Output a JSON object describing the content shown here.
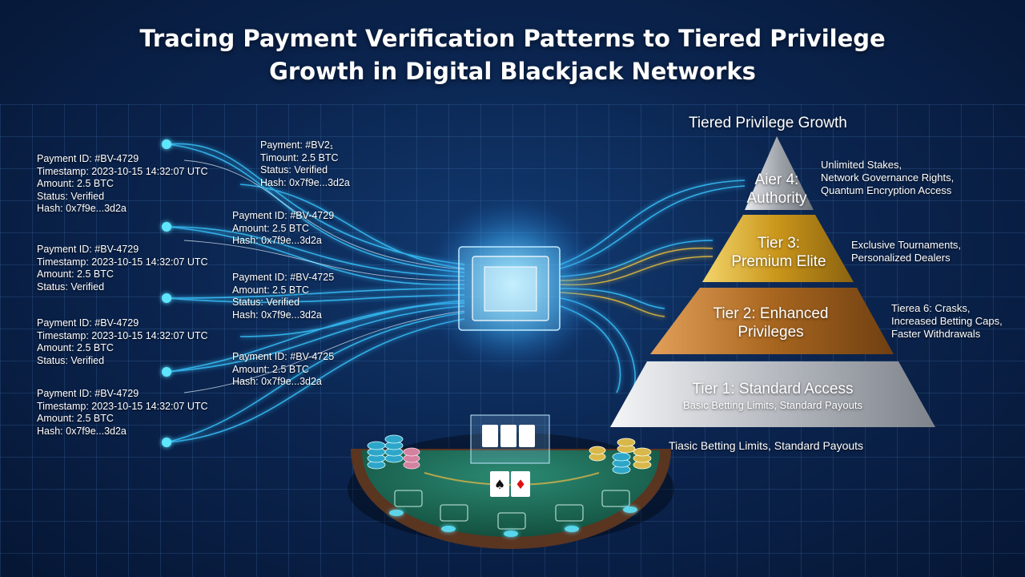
{
  "title": {
    "line1": "Tracing Payment Verification Patterns to Tiered Privilege",
    "line2": "Growth in Digital Blackjack Networks"
  },
  "records_left": [
    [
      "Payment ID: #BV-4729",
      "Timestamp: 2023-10-15 14:32:07 UTC",
      "Amount: 2.5 BTC",
      "Status: Verified",
      "Hash: 0x7f9e...3d2a"
    ],
    [
      "Payment ID: #BV-4729",
      "Timestamp: 2023-10-15 14:32:07 UTC",
      "Amount: 2.5 BTC",
      "Status: Verified"
    ],
    [
      "Payment ID: #BV-4729",
      "Timestamp: 2023-10-15 14:32:07 UTC",
      "Amount: 2.5 BTC",
      "Status: Verified"
    ],
    [
      "Payment ID: #BV-4729",
      "Timestamp: 2023-10-15 14:32:07 UTC",
      "Amount: 2.5 BTC",
      "Hash: 0x7f9e...3d2a"
    ]
  ],
  "records_middle": [
    [
      "Payment: #BV2₁",
      "Timount: 2.5 BTC",
      "Status: Verified",
      "Hash: 0x7f9e...3d2a"
    ],
    [
      "Payment ID: #BV-4729",
      "Amount: 2.5 BTC",
      "Hash: 0x7f9e...3d2a"
    ],
    [
      "Payment ID: #BV-4725",
      "Amount: 2.5 BTC",
      "Status: Verified",
      "Hash: 0x7f9e...3d2a"
    ],
    [
      "Payment ID: #BV-4725",
      "Amount: 2.5 BTC",
      "Hash: 0x7f9e...3d2a"
    ]
  ],
  "pyramid": {
    "heading": "Tiered Privilege Growth",
    "tier4": {
      "line1": "Aier 4:",
      "line2": "Authority"
    },
    "tier3": {
      "line1": "Tier 3:",
      "line2": "Premium Elite"
    },
    "tier2": {
      "line1": "Tier 2: Enhanced",
      "line2": "Privileges"
    },
    "tier1": {
      "line1": "Tier 1: Standard Access",
      "line2": "Basic Betting Limits, Standard Payouts"
    }
  },
  "tier_descriptions": {
    "tier4": [
      "Unlimited Stakes,",
      "Network Governance Rights,",
      "Quantum Encryption Access"
    ],
    "tier3": [
      "Exclusive Tournaments,",
      "Personalized Dealers"
    ],
    "tier2": [
      "Tierea 6: Crasks,",
      "Increased Betting Caps,",
      "Faster Withdrawals"
    ]
  },
  "footer_note": "Tiasic Betting Limits, Standard Payouts",
  "colors": {
    "background": "#0b2550",
    "stream": "#39c6ff",
    "node": "#5fe6ff",
    "gold_stream": "#f0c53a",
    "tier4": "#b9bcc2",
    "tier3": "#d6a521",
    "tier2": "#b5742a",
    "tier1": "#c9ccd1",
    "table_felt": "#1f6f5d"
  },
  "icons": [
    "processor-chip-icon",
    "playing-card-icon",
    "casino-chip-icon",
    "data-node-icon"
  ]
}
